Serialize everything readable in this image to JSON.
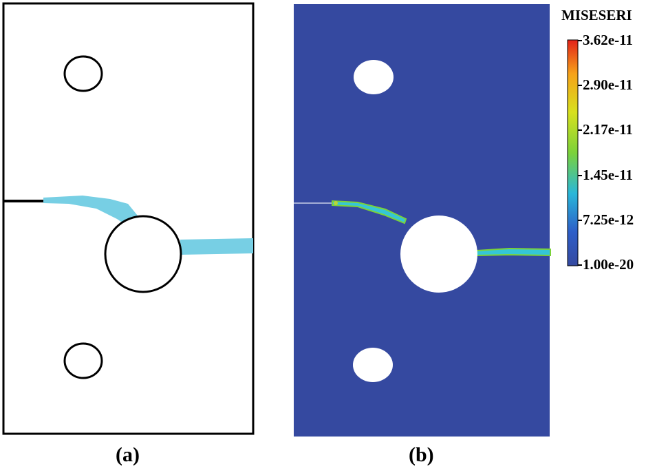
{
  "panels": [
    {
      "id": "a",
      "label": "(a)"
    },
    {
      "id": "b",
      "label": "(b)"
    }
  ],
  "colorbar": {
    "title": "MISESERI",
    "ticks": [
      "3.62e-11",
      "2.90e-11",
      "2.17e-11",
      "1.45e-11",
      "7.25e-12",
      "1.00e-20"
    ],
    "colors": [
      "#e32219",
      "#f6a21a",
      "#d8e01e",
      "#7bd23a",
      "#29b7d9",
      "#2d5ec8",
      "#3549a0"
    ]
  },
  "colors": {
    "crack_fill": "#77cfe4",
    "plate_background": "#3549a0",
    "outline": "#000000"
  }
}
